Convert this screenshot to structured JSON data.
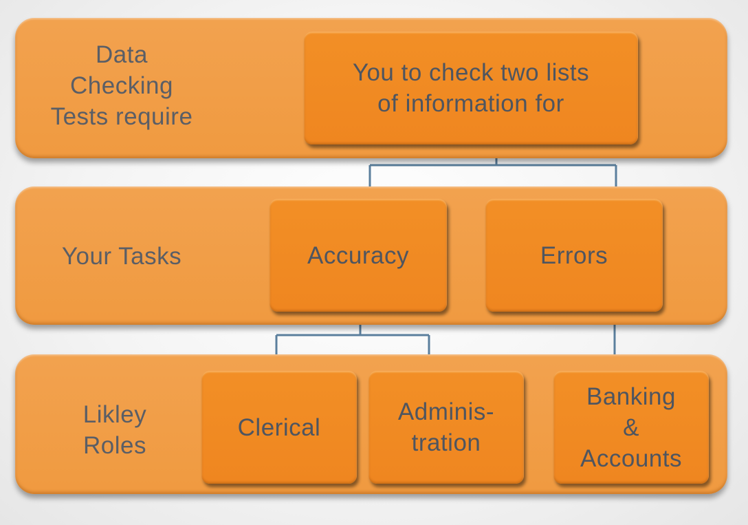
{
  "rows": [
    {
      "label": "Data\nChecking\nTests require",
      "nodes": [
        "You to check two lists\nof information for"
      ]
    },
    {
      "label": "Your Tasks",
      "nodes": [
        "Accuracy",
        "Errors"
      ]
    },
    {
      "label": "Likley\nRoles",
      "nodes": [
        "Clerical",
        "Adminis-\ntration",
        "Banking\n&\nAccounts"
      ]
    }
  ],
  "colors": {
    "band": "#f09a40",
    "node": "#ef8620",
    "text": "#4e5560",
    "connector": "#5b7f9d"
  }
}
